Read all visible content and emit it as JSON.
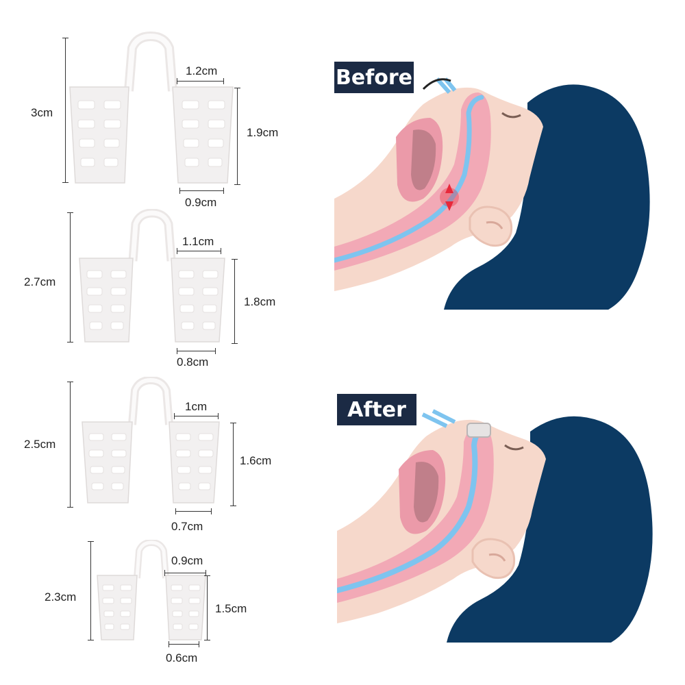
{
  "sizes": [
    {
      "total_height": "3cm",
      "top_width": "1.2cm",
      "height": "1.9cm",
      "bottom_width": "0.9cm"
    },
    {
      "total_height": "2.7cm",
      "top_width": "1.1cm",
      "height": "1.8cm",
      "bottom_width": "0.8cm"
    },
    {
      "total_height": "2.5cm",
      "top_width": "1cm",
      "height": "1.6cm",
      "bottom_width": "0.7cm"
    },
    {
      "total_height": "2.3cm",
      "top_width": "0.9cm",
      "height": "1.5cm",
      "bottom_width": "0.6cm"
    }
  ],
  "before": {
    "badge": "Before"
  },
  "after": {
    "badge": "After"
  },
  "colors": {
    "hair": "#0c3a63",
    "skin": "#f6d8cb",
    "airway_pink": "#f2a9b6",
    "airflow_blue": "#7ec4ef",
    "blockage_red": "#e8283a",
    "badge_bg": "#1b2a44"
  }
}
